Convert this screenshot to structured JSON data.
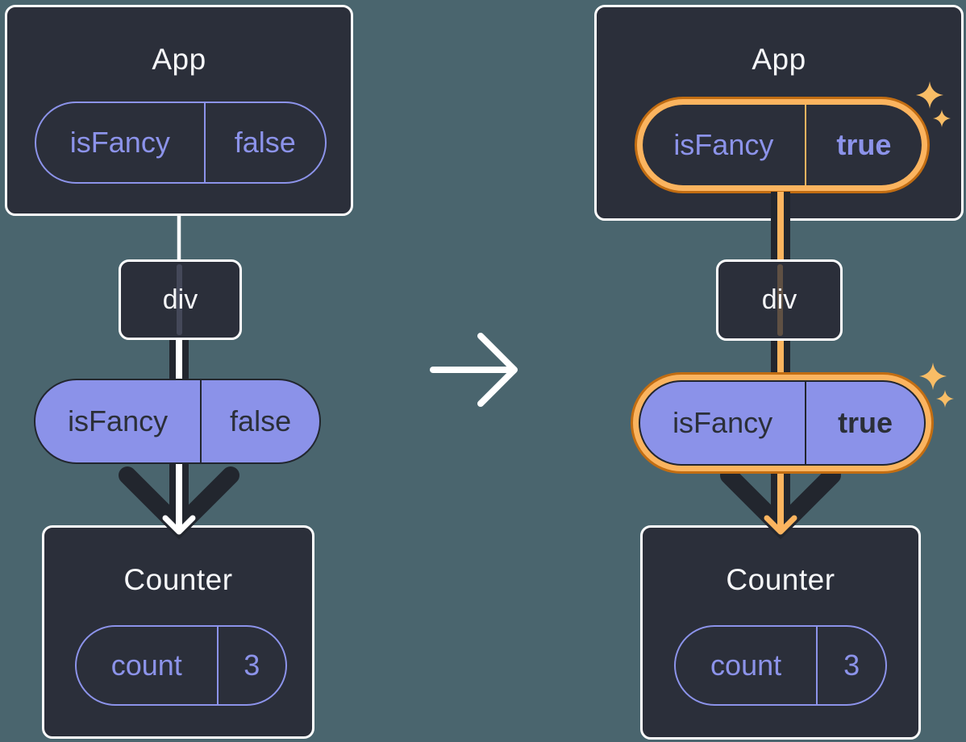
{
  "palette": {
    "page_bg": "#4a656e",
    "card_bg": "#2b2f3a",
    "card_border": "#ffffff",
    "title_text": "#f6f7f9",
    "purple": "#8c93ea",
    "pill_fill": "#8b92e9",
    "arrow_dark": "#22262e",
    "orange_band": "#fbb45f",
    "orange_dark": "#c26d12",
    "sparkle": "#f8bd66"
  },
  "icons": {
    "transition": "arrow-right-icon",
    "highlight": "sparkles-icon"
  },
  "before": {
    "app": {
      "title": "App",
      "pill": {
        "key": "isFancy",
        "value": "false"
      }
    },
    "div_label": "div",
    "prop": {
      "key": "isFancy",
      "value": "false"
    },
    "counter": {
      "title": "Counter",
      "pill": {
        "key": "count",
        "value": "3"
      }
    }
  },
  "after": {
    "app": {
      "title": "App",
      "pill": {
        "key": "isFancy",
        "value": "true"
      }
    },
    "div_label": "div",
    "prop": {
      "key": "isFancy",
      "value": "true"
    },
    "counter": {
      "title": "Counter",
      "pill": {
        "key": "count",
        "value": "3"
      }
    }
  }
}
